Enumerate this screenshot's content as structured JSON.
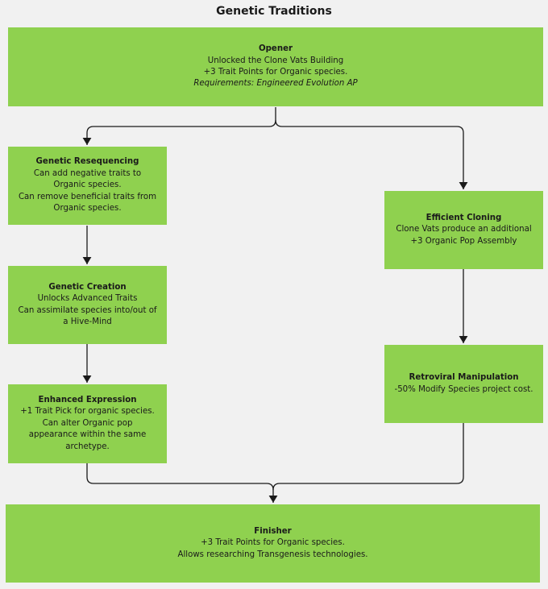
{
  "title": "Genetic Traditions",
  "nodes": {
    "opener": {
      "name": "Opener",
      "lines": [
        "Unlocked the Clone Vats Building",
        "+3 Trait Points for Organic species."
      ],
      "requirements": "Requirements: Engineered Evolution AP"
    },
    "genetic_resequencing": {
      "name": "Genetic Resequencing",
      "lines": [
        "Can add negative traits to Organic species.",
        "Can remove beneficial traits from Organic species."
      ]
    },
    "genetic_creation": {
      "name": "Genetic Creation",
      "lines": [
        "Unlocks Advanced Traits",
        "Can assimilate species into/out of a Hive-Mind"
      ]
    },
    "enhanced_expression": {
      "name": "Enhanced Expression",
      "lines": [
        "+1 Trait Pick for organic species.",
        "Can alter Organic pop appearance within the same archetype."
      ]
    },
    "efficient_cloning": {
      "name": "Efficient Cloning",
      "lines": [
        "Clone Vats produce an additional +3 Organic Pop Assembly"
      ]
    },
    "retroviral_manipulation": {
      "name": "Retroviral Manipulation",
      "lines": [
        "-50% Modify Species project cost."
      ]
    },
    "finisher": {
      "name": "Finisher",
      "lines": [
        "+3 Trait Points for Organic species.",
        "Allows researching Transgenesis technologies."
      ]
    }
  },
  "colors": {
    "node_fill": "#8fd14f",
    "background": "#f1f1f1",
    "connector": "#1a1a1a"
  }
}
